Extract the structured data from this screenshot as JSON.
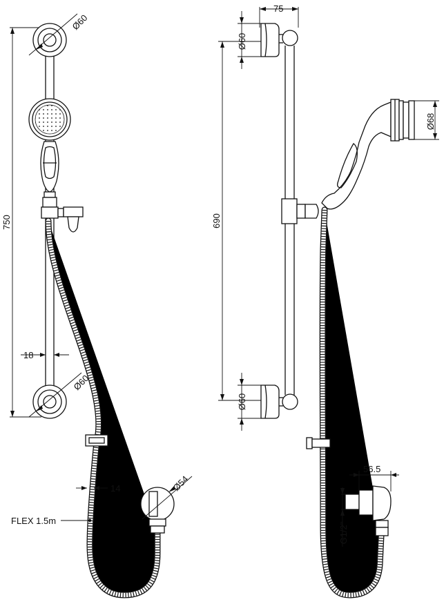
{
  "dimensions": {
    "overall_height": "750",
    "backplate_dia_top_front": "Ø60",
    "backplate_dia_bottom_front": "Ø60",
    "rail_dia": "18",
    "hose_dia": "14",
    "outlet_dia": "Ø54",
    "projection": "75",
    "backplate_dia_top_side": "Ø60",
    "backplate_dia_bottom_side": "Ø60",
    "rail_centres": "690",
    "handset_dia": "Ø68",
    "outlet_projection": "56.5",
    "thread": "G1/2\""
  },
  "labels": {
    "flex_hose": "FLEX 1.5m"
  }
}
